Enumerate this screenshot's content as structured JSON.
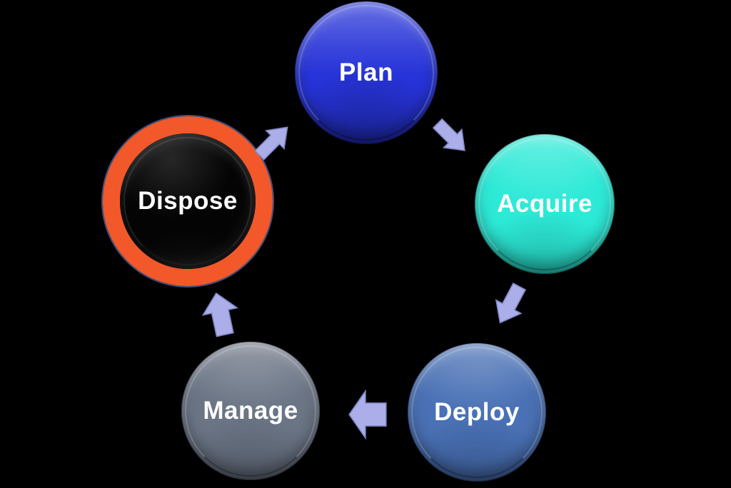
{
  "diagram": {
    "background_color": "#000000",
    "label_color": "#ffffff",
    "arrow_fill_color": "#abaee8",
    "arrow_border_color": "#7f87c4",
    "nodes": [
      {
        "id": "plan",
        "label": "Plan",
        "fill_color": "#2734d8"
      },
      {
        "id": "acquire",
        "label": "Acquire",
        "fill_color": "#2dead7"
      },
      {
        "id": "deploy",
        "label": "Deploy",
        "fill_color": "#4a71b5"
      },
      {
        "id": "manage",
        "label": "Manage",
        "fill_color": "#6b7585"
      },
      {
        "id": "dispose",
        "label": "Dispose",
        "fill_color": "#040404",
        "ring_color": "#f2582a"
      }
    ],
    "arrows": [
      {
        "from": "plan",
        "to": "acquire"
      },
      {
        "from": "acquire",
        "to": "deploy"
      },
      {
        "from": "deploy",
        "to": "manage"
      },
      {
        "from": "manage",
        "to": "dispose"
      },
      {
        "from": "dispose",
        "to": "plan"
      }
    ]
  }
}
